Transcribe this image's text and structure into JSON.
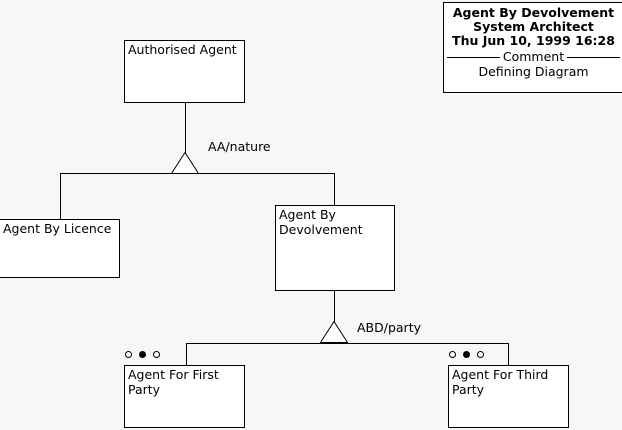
{
  "diagram": {
    "type": "uml-class-generalization-diagram",
    "background_color": "#f7f7f7",
    "line_color": "#000000",
    "node_fill": "#ffffff"
  },
  "title_block": {
    "title": "Agent By Devolvement",
    "subtitle": "System Architect",
    "timestamp": "Thu Jun 10, 1999  16:28",
    "separator_caption": "Comment",
    "comment": "Defining Diagram"
  },
  "nodes": [
    {
      "id": "authorised-agent",
      "label": "Authorised Agent"
    },
    {
      "id": "agent-by-licence",
      "label": "Agent By Licence"
    },
    {
      "id": "agent-by-devolvement",
      "label": "Agent By\nDevolvement"
    },
    {
      "id": "agent-for-first-party",
      "label": "Agent For First\nParty"
    },
    {
      "id": "agent-for-third-party",
      "label": "Agent For Third\nParty"
    }
  ],
  "association_labels": [
    {
      "id": "aa-nature",
      "text": "AA/nature"
    },
    {
      "id": "abd-party",
      "text": "ABD/party"
    }
  ],
  "markers": {
    "first_party": [
      "hollow",
      "filled",
      "hollow"
    ],
    "third_party": [
      "hollow",
      "filled",
      "hollow"
    ]
  }
}
